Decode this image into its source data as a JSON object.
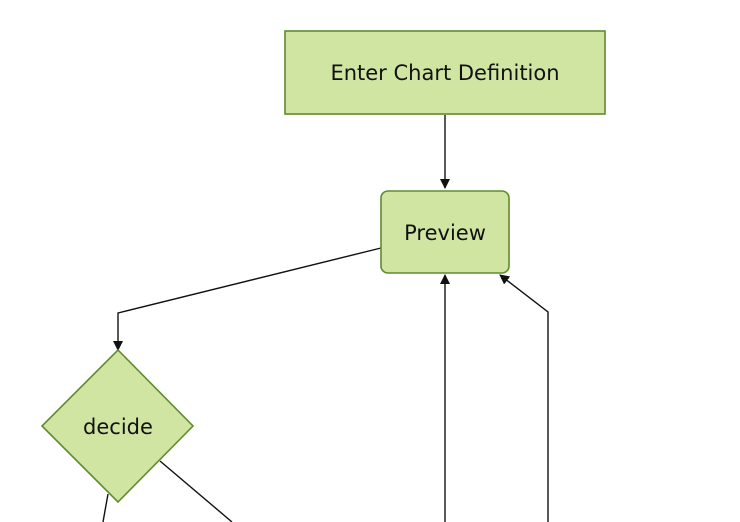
{
  "diagram": {
    "nodes": {
      "enter_chart_definition": {
        "label": "Enter Chart Definition",
        "shape": "rectangle"
      },
      "preview": {
        "label": "Preview",
        "shape": "rounded-rectangle"
      },
      "decide": {
        "label": "decide",
        "shape": "diamond"
      }
    },
    "edges": [
      {
        "from": "enter_chart_definition",
        "to": "preview"
      },
      {
        "from": "preview",
        "to": "decide"
      },
      {
        "from": "decide",
        "to": "offscreen-lower-left"
      },
      {
        "from": "decide",
        "to": "offscreen-lower-middle"
      },
      {
        "from": "offscreen-bottom-center",
        "to": "preview"
      },
      {
        "from": "offscreen-bottom-right",
        "to": "preview"
      }
    ],
    "colors": {
      "node_fill": "#d1e5a3",
      "node_stroke": "#5f8b2f",
      "edge": "#111111",
      "text": "#111111"
    }
  }
}
